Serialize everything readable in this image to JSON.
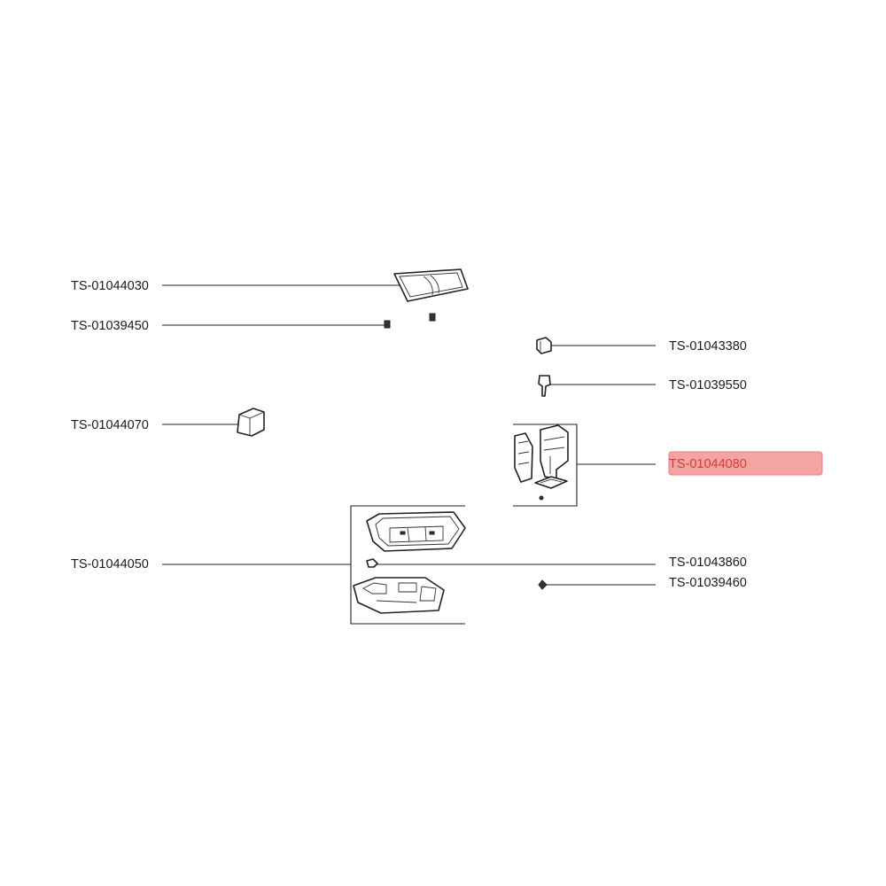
{
  "diagram": {
    "highlight_color": "#f5a3a3",
    "highlighted_part": "TS-01044080",
    "parts": [
      {
        "id": "TS-01044030",
        "label": "TS-01044030"
      },
      {
        "id": "TS-01039450",
        "label": "TS-01039450"
      },
      {
        "id": "TS-01043380",
        "label": "TS-01043380"
      },
      {
        "id": "TS-01039550",
        "label": "TS-01039550"
      },
      {
        "id": "TS-01044070",
        "label": "TS-01044070"
      },
      {
        "id": "TS-01044080",
        "label": "TS-01044080"
      },
      {
        "id": "TS-01044050",
        "label": "TS-01044050"
      },
      {
        "id": "TS-01043860",
        "label": "TS-01043860"
      },
      {
        "id": "TS-01039460",
        "label": "TS-01039460"
      }
    ]
  }
}
